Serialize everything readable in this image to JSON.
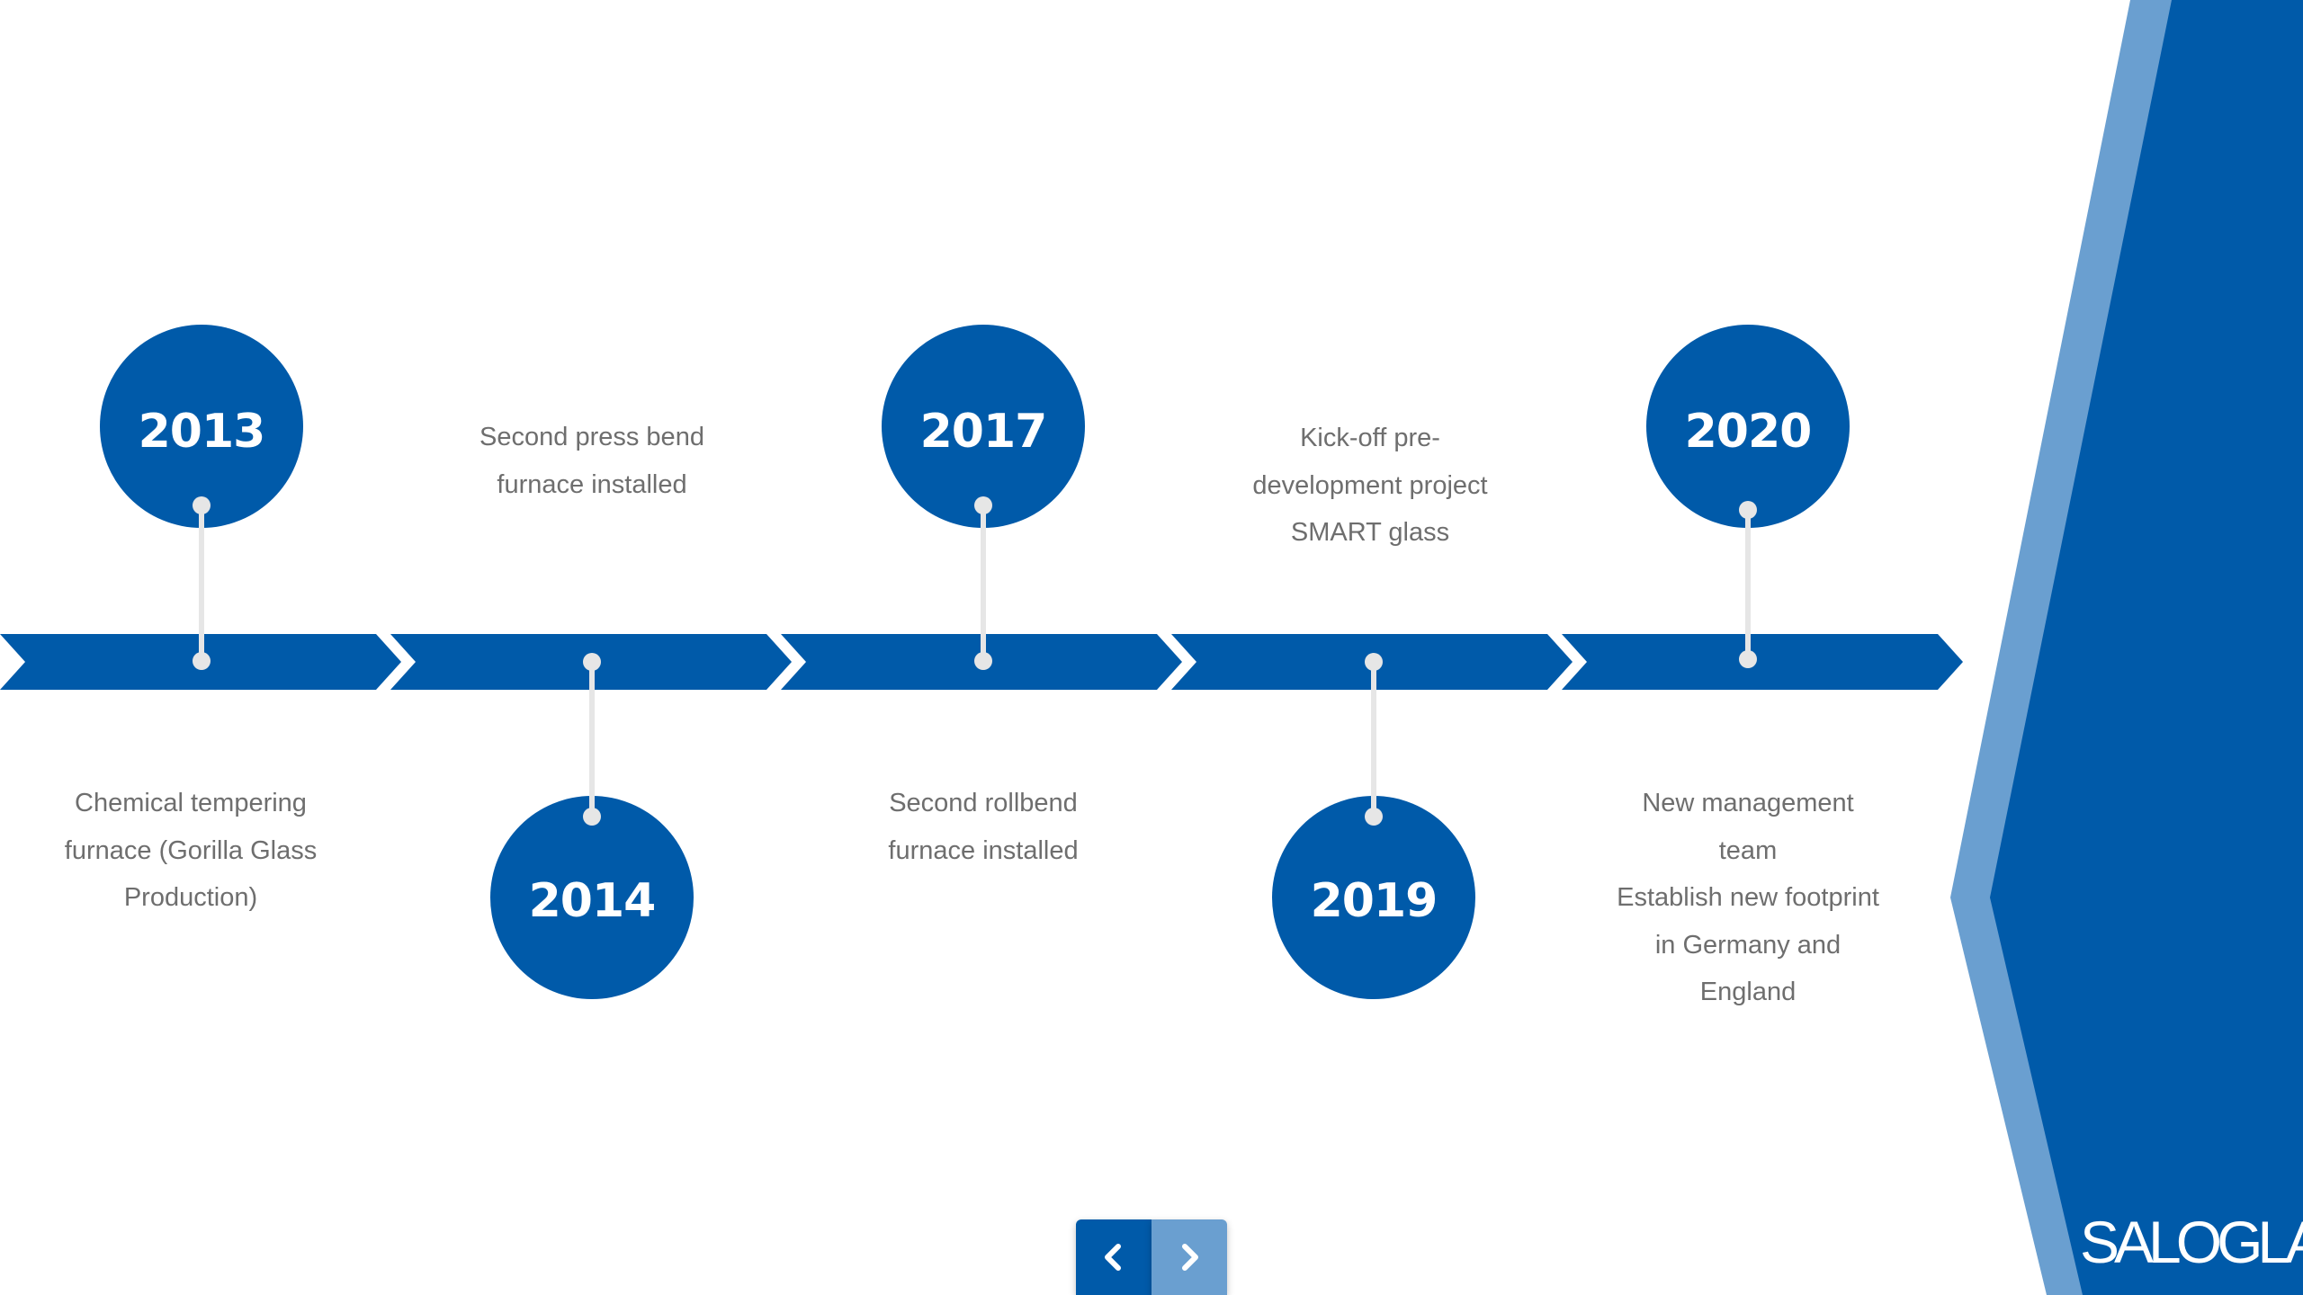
{
  "colors": {
    "primary_blue": "#005aa9",
    "light_blue": "#6a9fd0",
    "connector": "#e6e6e6",
    "text_gray": "#6e6e6e",
    "background": "#ffffff"
  },
  "timeline": {
    "milestones": [
      {
        "year": "2013",
        "description": [
          "Chemical tempering",
          "furnace (Gorilla Glass",
          "Production)"
        ]
      },
      {
        "year": "2014",
        "description": [
          "Second press bend",
          "furnace installed"
        ]
      },
      {
        "year": "2017",
        "description": [
          "Second rollbend",
          "furnace installed"
        ]
      },
      {
        "year": "2019",
        "description": [
          "Kick-off pre-",
          "development project",
          "SMART glass"
        ]
      },
      {
        "year": "2020",
        "description": [
          "New management",
          "team",
          "Establish new footprint",
          "in Germany and",
          "England"
        ]
      }
    ]
  },
  "navigation": {
    "prev_icon": "chevron-left-icon",
    "next_icon": "chevron-right-icon"
  },
  "brand": {
    "logo_text": "SALOGLAS"
  }
}
